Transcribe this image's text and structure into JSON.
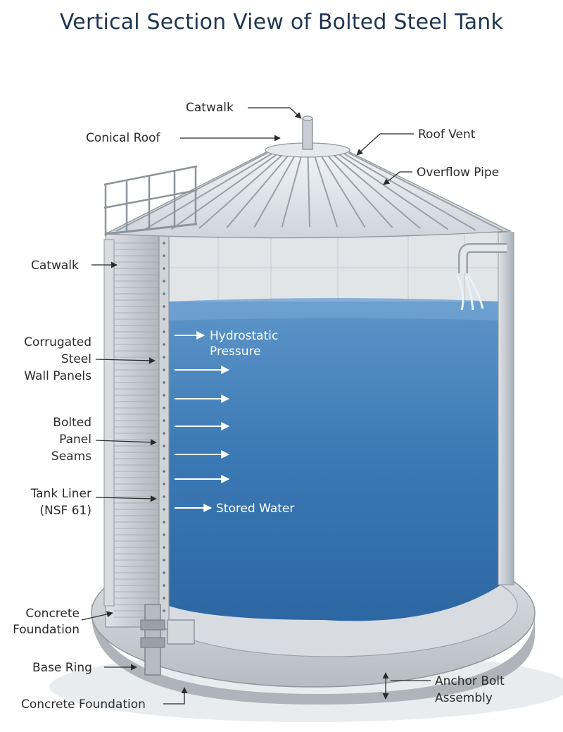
{
  "title": "Vertical Section View of Bolted Steel Tank",
  "labels": {
    "catwalk_top": "Catwalk",
    "conical_roof": "Conical Roof",
    "roof_vent": "Roof Vent",
    "overflow_pipe": "Overflow Pipe",
    "catwalk_side": "Catwalk",
    "wall_panels": [
      "Corrugated",
      "Steel",
      "Wall Panels"
    ],
    "panel_seams": [
      "Bolted",
      "Panel",
      "Seams"
    ],
    "tank_liner": [
      "Tank Liner",
      "(NSF 61)"
    ],
    "concrete_foundation_upper": [
      "Concrete",
      "Foundation"
    ],
    "base_ring": "Base Ring",
    "concrete_foundation_lower": "Concrete Foundation",
    "anchor_bolt": [
      "Anchor Bolt",
      "Assembly"
    ],
    "hydrostatic_pressure": [
      "Hydrostatic",
      "Pressure"
    ],
    "stored_water": "Stored Water"
  },
  "colors": {
    "title": "#1f3550",
    "water": "#3a78b4",
    "steel": "#c9cfd5",
    "concrete": "#c8ccd0"
  }
}
